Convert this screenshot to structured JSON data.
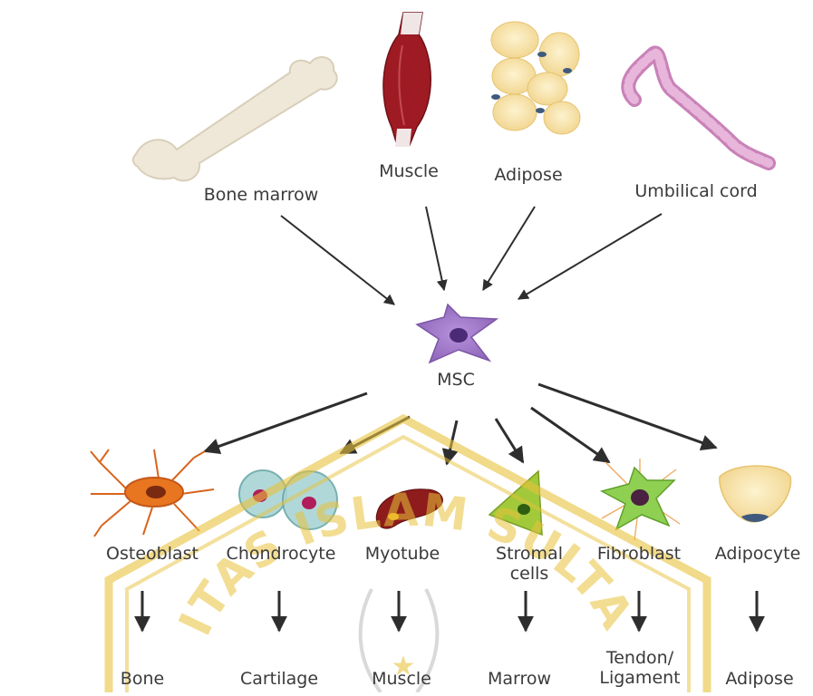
{
  "sources": [
    {
      "id": "bone-marrow",
      "label": "Bone marrow"
    },
    {
      "id": "muscle",
      "label": "Muscle"
    },
    {
      "id": "adipose",
      "label": "Adipose"
    },
    {
      "id": "umbilical-cord",
      "label": "Umbilical cord"
    }
  ],
  "center": {
    "label": "MSC"
  },
  "cells": [
    {
      "id": "osteoblast",
      "label": "Osteoblast"
    },
    {
      "id": "chondrocyte",
      "label": "Chondrocyte"
    },
    {
      "id": "myotube",
      "label": "Myotube"
    },
    {
      "id": "stromal",
      "label_line1": "Stromal",
      "label_line2": "cells"
    },
    {
      "id": "fibroblast",
      "label": "Fibroblast"
    },
    {
      "id": "adipocyte",
      "label": "Adipocyte"
    }
  ],
  "tissues": [
    {
      "id": "bone",
      "label": "Bone"
    },
    {
      "id": "cartilage",
      "label": "Cartilage"
    },
    {
      "id": "muscle",
      "label": "Muscle"
    },
    {
      "id": "marrow",
      "label": "Marrow"
    },
    {
      "id": "tendon",
      "label_line1": "Tendon/",
      "label_line2": "Ligament"
    },
    {
      "id": "adipose",
      "label": "Adipose"
    }
  ],
  "watermark": {
    "text": "UNIVERSITAS ISLAM SULTAN AGUNG",
    "color": "#e8c23a"
  },
  "colors": {
    "arrow": "#2e2e2e",
    "msc": "#9b6fc4",
    "bone": "#efe8d8",
    "muscle": "#9e1b24"
  }
}
